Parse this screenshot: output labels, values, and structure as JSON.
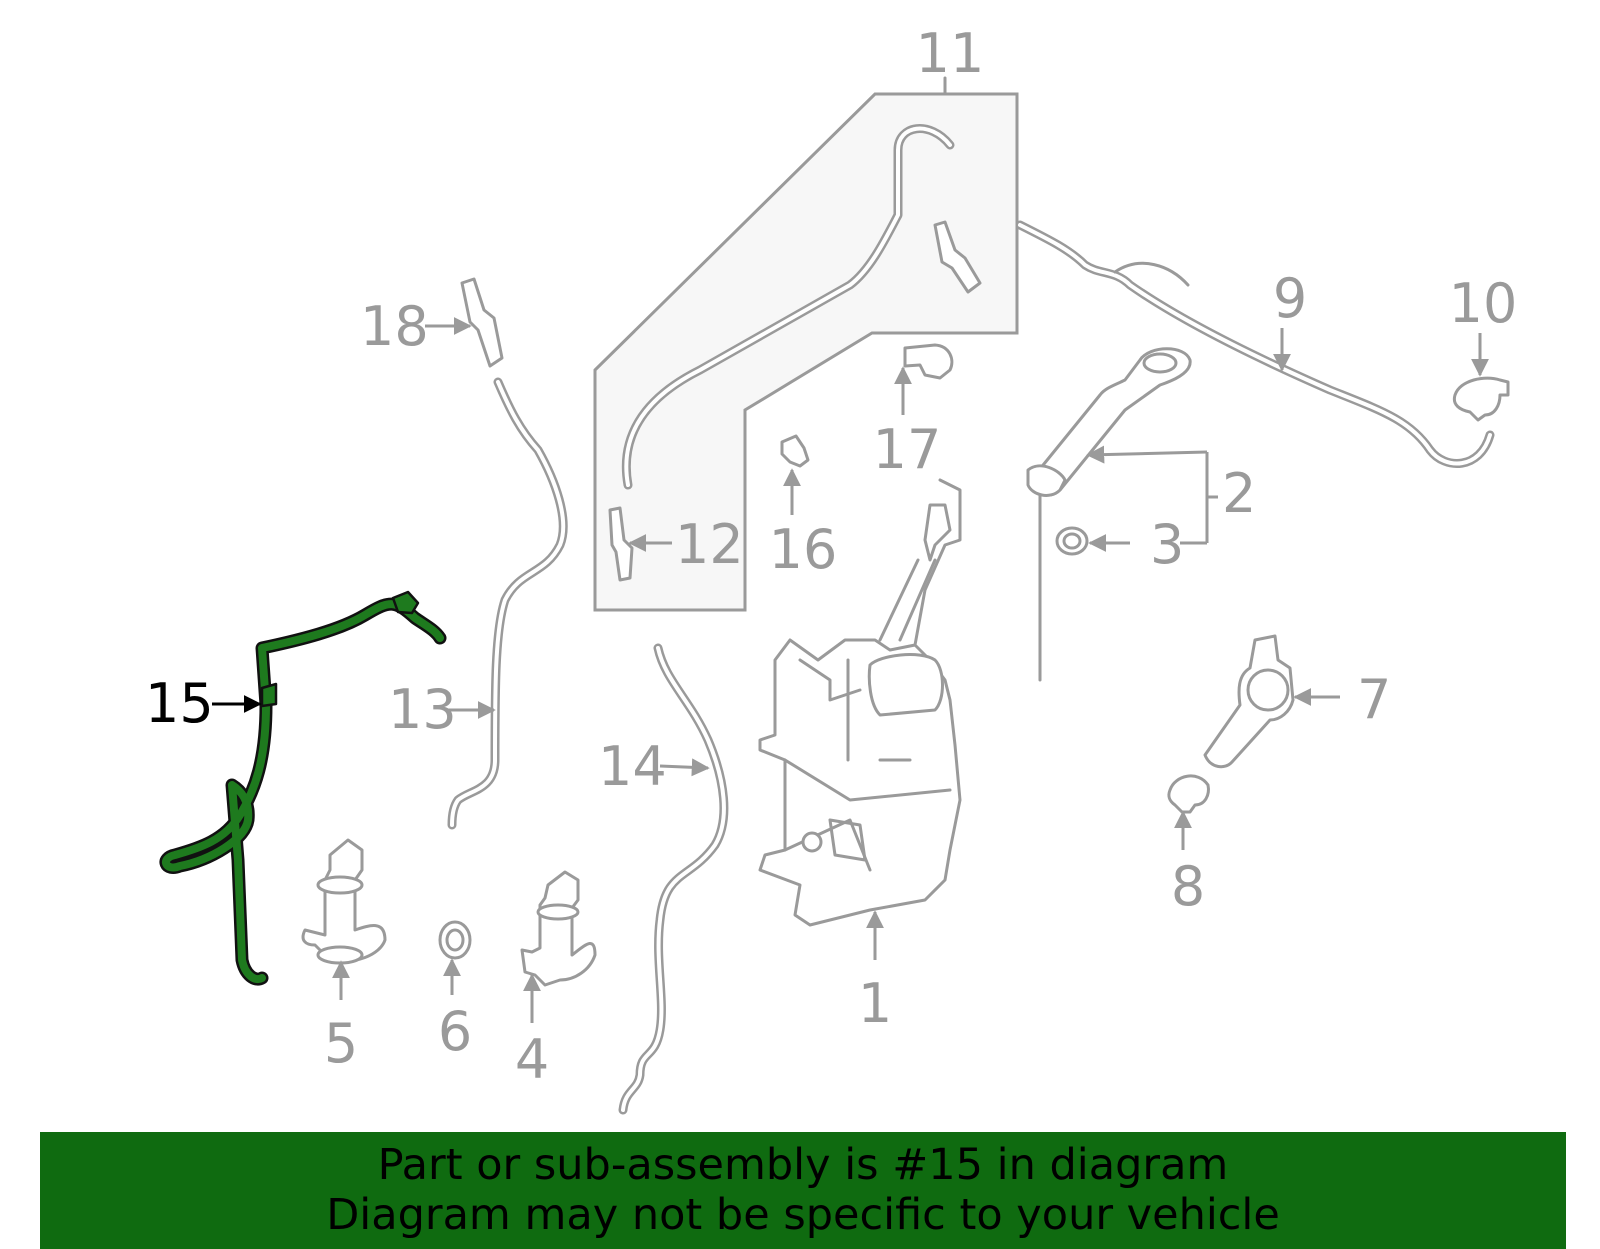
{
  "diagram": {
    "callouts": [
      {
        "id": "1",
        "label": "1"
      },
      {
        "id": "2",
        "label": "2"
      },
      {
        "id": "3",
        "label": "3"
      },
      {
        "id": "4",
        "label": "4"
      },
      {
        "id": "5",
        "label": "5"
      },
      {
        "id": "6",
        "label": "6"
      },
      {
        "id": "7",
        "label": "7"
      },
      {
        "id": "8",
        "label": "8"
      },
      {
        "id": "9",
        "label": "9"
      },
      {
        "id": "10",
        "label": "10"
      },
      {
        "id": "11",
        "label": "11"
      },
      {
        "id": "12",
        "label": "12"
      },
      {
        "id": "13",
        "label": "13"
      },
      {
        "id": "14",
        "label": "14"
      },
      {
        "id": "15",
        "label": "15"
      },
      {
        "id": "16",
        "label": "16"
      },
      {
        "id": "17",
        "label": "17"
      },
      {
        "id": "18",
        "label": "18"
      }
    ],
    "highlighted_part": "15",
    "colors": {
      "highlight": "#1e7a1e",
      "outline": "#9a9a9a",
      "banner": "#0f6b10",
      "panel_fill": "#f7f7f7"
    }
  },
  "banner": {
    "line1": "Part or sub-assembly is #15 in diagram",
    "line2": "Diagram may not be specific to your vehicle"
  }
}
